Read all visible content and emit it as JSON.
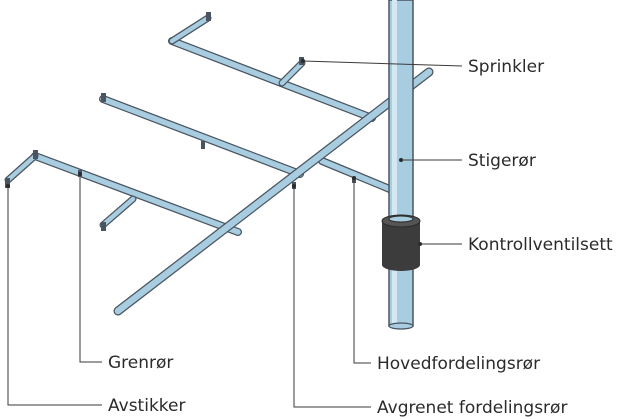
{
  "colors": {
    "pipe": "#a9cde0",
    "pipe_edge": "#4a5560",
    "valve": "#3c3c3c",
    "label": "#2b2b2b"
  },
  "labels": {
    "sprinkler": "Sprinkler",
    "stigeror": "Stigerør",
    "kontrollventilsett": "Kontrollventilsett",
    "grenror": "Grenrør",
    "hovedfordelingsror": "Hovedfordelingsrør",
    "avstikker": "Avstikker",
    "avgrenet_fordelingsror": "Avgrenet fordelingsrør"
  }
}
